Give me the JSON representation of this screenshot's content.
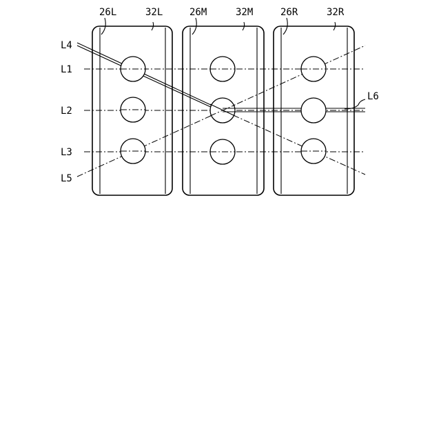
{
  "modules": [
    {
      "ref_edge": "26L",
      "ref_body": "32L"
    },
    {
      "ref_edge": "26M",
      "ref_body": "32M"
    },
    {
      "ref_edge": "26R",
      "ref_body": "32R"
    }
  ],
  "lines": {
    "l1": "L1",
    "l2": "L2",
    "l3": "L3",
    "l4": "L4",
    "l5": "L5",
    "l6": "L6"
  }
}
